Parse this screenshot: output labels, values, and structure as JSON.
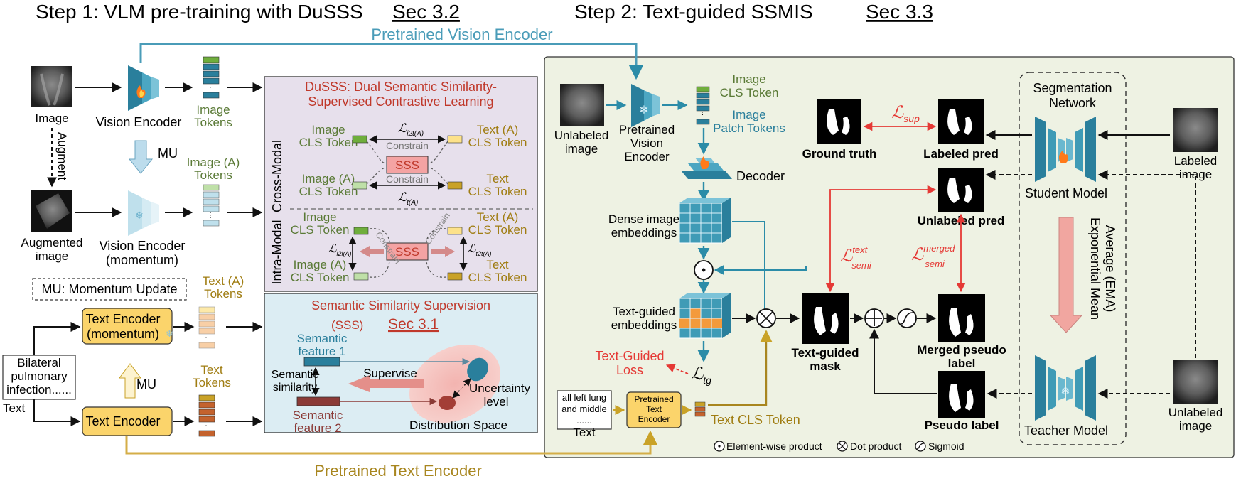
{
  "step1": {
    "title": "Step 1: VLM pre-training with DuSSS",
    "sec": "Sec 3.2"
  },
  "step2": {
    "title": "Step 2: Text-guided SSMIS",
    "sec": "Sec 3.3"
  },
  "pretrained_vision_encoder": "Pretrained Vision Encoder",
  "pretrained_text_encoder": "Pretrained Text Encoder",
  "left": {
    "image": "Image",
    "augment": "Augment",
    "augmented_image": [
      "Augmented",
      "image"
    ],
    "vision_encoder": "Vision Encoder",
    "vision_encoder_momentum": [
      "Vision Encoder",
      "(momentum)"
    ],
    "image_tokens": [
      "Image",
      "Tokens"
    ],
    "image_a_tokens": [
      "Image (A)",
      "Tokens"
    ],
    "mu": "MU",
    "mu_legend": "MU: Momentum Update",
    "text_a_tokens": [
      "Text (A)",
      "Tokens"
    ],
    "text_tokens": [
      "Text",
      "Tokens"
    ],
    "text_encoder_momentum": [
      "Text Encoder",
      "(momentum)"
    ],
    "text_encoder": "Text Encoder",
    "text_sample": [
      "Bilateral",
      "pulmonary",
      "infection......"
    ],
    "text": "Text"
  },
  "dusss": {
    "title": [
      "DuSSS: Dual Semantic Similarity-",
      "Supervised Contrastive Learning"
    ],
    "cross_modal": "Cross-Modal",
    "intra_modal": "Intra-Modal",
    "image_cls": [
      "Image",
      "CLS Token"
    ],
    "image_a_cls": [
      "Image (A)",
      "CLS Token"
    ],
    "text_a_cls": [
      "Text (A)",
      "CLS Token"
    ],
    "text_cls": [
      "Text",
      "CLS Token"
    ],
    "constrain": "Constrain",
    "sss": "SSS",
    "loss_sym": "ℒ",
    "loss_sub_top": "i2t(A)",
    "loss_sub_bot": "t(A)",
    "loss_sub_left": "i2i(A)",
    "loss_sub_right": "t2t(A)"
  },
  "sss_box": {
    "title": "Semantic Similarity Supervision",
    "abbr": "(SSS)",
    "sec": "Sec 3.1",
    "feature1": [
      "Semantic",
      "feature 1"
    ],
    "feature2": [
      "Semantic",
      "feature 2"
    ],
    "similarity": [
      "Semantic",
      "similarity"
    ],
    "supervise": "Supervise",
    "uncertainty": [
      "Uncertainty",
      "level"
    ],
    "distribution": "Distribution Space"
  },
  "right": {
    "unlabeled_image": [
      "Unlabeled",
      "image"
    ],
    "pretrained_vision_encoder": [
      "Pretrained",
      "Vision",
      "Encoder"
    ],
    "image_cls_token": [
      "Image",
      "CLS Token"
    ],
    "image_patch_tokens": [
      "Image",
      "Patch Tokens"
    ],
    "decoder": "Decoder",
    "dense_embeddings": [
      "Dense image",
      "embeddings"
    ],
    "text_guided_embeddings": [
      "Text-guided",
      "embeddings"
    ],
    "text_guided_loss": [
      "Text-Guided",
      "Loss"
    ],
    "loss_tg_sub": "tg",
    "text_sample": [
      "all left lung",
      "and middle",
      "......"
    ],
    "text": "Text",
    "pretrained_text_encoder": [
      "Pretrained",
      "Text",
      "Encoder"
    ],
    "text_cls_token": "Text CLS Token",
    "ground_truth": "Ground truth",
    "labeled_pred": "Labeled pred",
    "unlabeled_pred": "Unlabeled pred",
    "text_guided_mask": [
      "Text-guided",
      "mask"
    ],
    "merged_pseudo_label": [
      "Merged pseudo",
      "label"
    ],
    "pseudo_label": "Pseudo label",
    "loss_sup_sub": "sup",
    "loss_text_sup": "text",
    "loss_merged_sup": "merged",
    "loss_semi_sub": "semi",
    "segmentation_network": [
      "Segmentation",
      "Network"
    ],
    "student_model": "Student Model",
    "teacher_model": "Teacher Model",
    "ema": [
      "Exponential Mean",
      "Average (EMA)"
    ],
    "labeled_image": [
      "Labeled",
      "image"
    ],
    "unlabeled_image2": [
      "Unlabeled",
      "image"
    ],
    "legend_elementwise": "Element-wise product",
    "legend_dot": "Dot product",
    "legend_sigmoid": "Sigmoid"
  },
  "colors": {
    "vision_blue": "#2b8ca8",
    "text_gold": "#c9a227",
    "loss_red": "#e53935",
    "panel_green": "#eef2e3",
    "dusss_purple": "#e7e0ec",
    "sss_blue": "#dcedf3"
  }
}
